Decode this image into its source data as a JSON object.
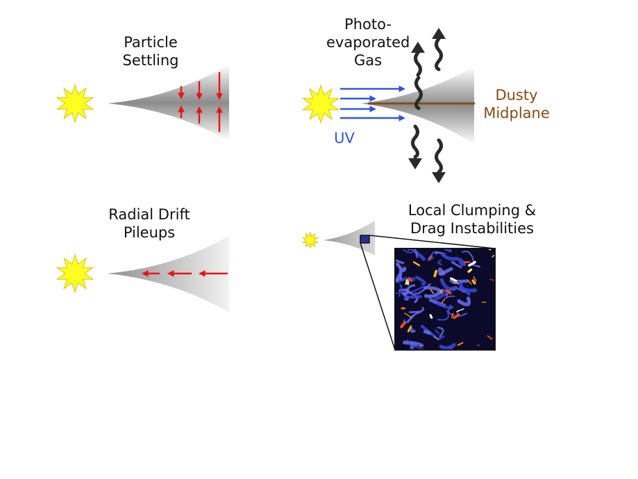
{
  "panels": {
    "settling": {
      "label_line1": "Particle",
      "label_line2": "Settling"
    },
    "photoevaporation": {
      "label_line1": "Photo-",
      "label_line2": "evaporated",
      "label_line3": "Gas",
      "uv_label": "UV",
      "midplane_line1": "Dusty",
      "midplane_line2": "Midplane"
    },
    "drift": {
      "label_line1": "Radial Drift",
      "label_line2": "Pileups"
    },
    "clumping": {
      "label_line1": "Local Clumping &",
      "label_line2": "Drag Instabilities"
    }
  },
  "colors": {
    "star_fill": "#ffff22",
    "star_stroke": "#d8c400",
    "arrow_red": "#ee1111",
    "uv_blue": "#3355dd",
    "midplane_brown": "#8a4a14",
    "wavy_arrow": "#2a2a2a",
    "inset_background": "#0b0a2a",
    "inset_blue": "#3a48d8",
    "inset_hot": "#ff7a10"
  },
  "icons": [
    "star-icon",
    "red-arrow-icon",
    "blue-arrow-icon",
    "wavy-arrow-icon",
    "simulation-inset"
  ]
}
